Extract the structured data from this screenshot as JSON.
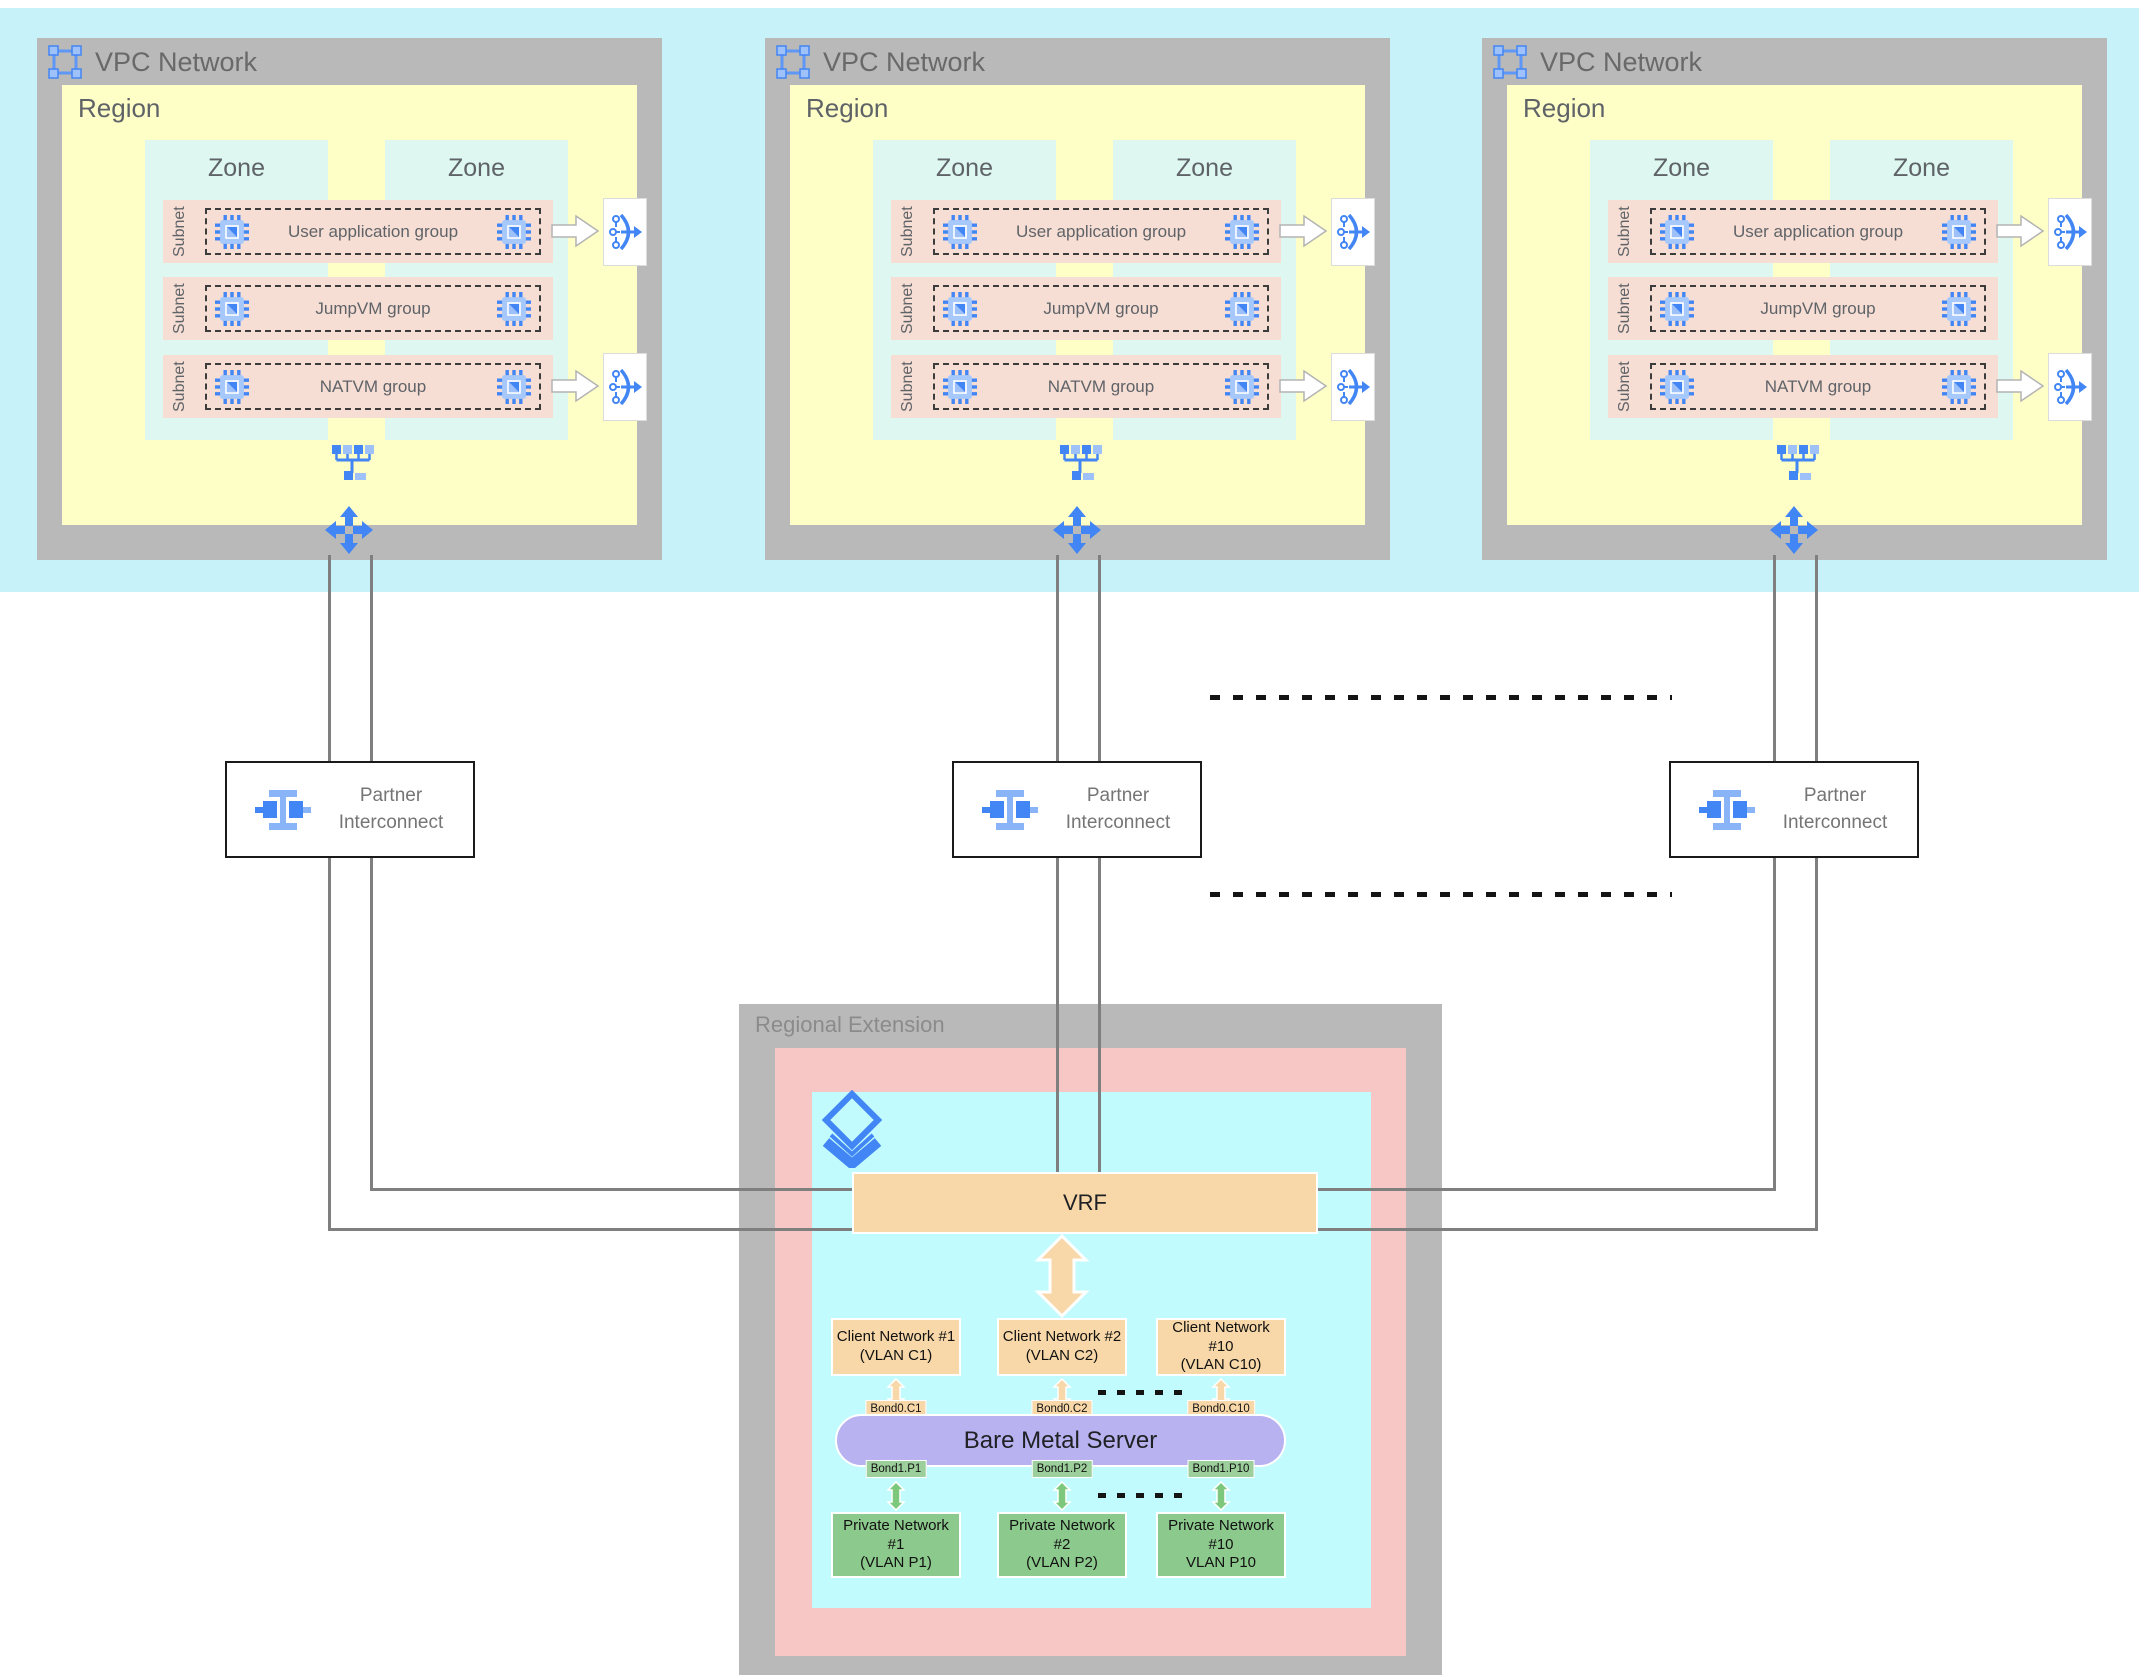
{
  "colors": {
    "accent_blue": "#4285f4",
    "light_blue": "#8ab4f8",
    "band_cyan": "#c8f2fa",
    "vpc_gray": "#b9b9b9",
    "region_yellow": "#feffc6",
    "zone_mint": "#def8f1",
    "subnet_salmon": "#f6ded4",
    "regional_pink": "#f6c7c5",
    "regional_cyan": "#c1fbfd",
    "tan": "#f8d8a8",
    "green": "#8cc98c",
    "purple": "#b8b2f1",
    "line_gray": "#7f7f7f"
  },
  "vpc": {
    "title": "VPC Network",
    "region_label": "Region",
    "zone_label": "Zone",
    "subnet_label": "Subnet",
    "rows": [
      {
        "label": "User application group"
      },
      {
        "label": "JumpVM group"
      },
      {
        "label": "NATVM group"
      }
    ]
  },
  "partner_interconnect": {
    "line1": "Partner",
    "line2": "Interconnect"
  },
  "regional_extension": {
    "title": "Regional Extension",
    "vrf_label": "VRF",
    "bare_metal_label": "Bare Metal Server",
    "client_networks": [
      {
        "name": "Client Network #1",
        "vlan": "(VLAN C1)",
        "bond": "Bond0.C1"
      },
      {
        "name": "Client Network #2",
        "vlan": "(VLAN C2)",
        "bond": "Bond0.C2"
      },
      {
        "name": "Client Network #10",
        "vlan": "(VLAN C10)",
        "bond": "Bond0.C10"
      }
    ],
    "private_networks": [
      {
        "name": "Private Network #1",
        "vlan": "(VLAN P1)",
        "bond": "Bond1.P1"
      },
      {
        "name": "Private Network #2",
        "vlan": "(VLAN P2)",
        "bond": "Bond1.P2"
      },
      {
        "name": "Private Network #10",
        "vlan": "VLAN P10",
        "bond": "Bond1.P10"
      }
    ]
  }
}
